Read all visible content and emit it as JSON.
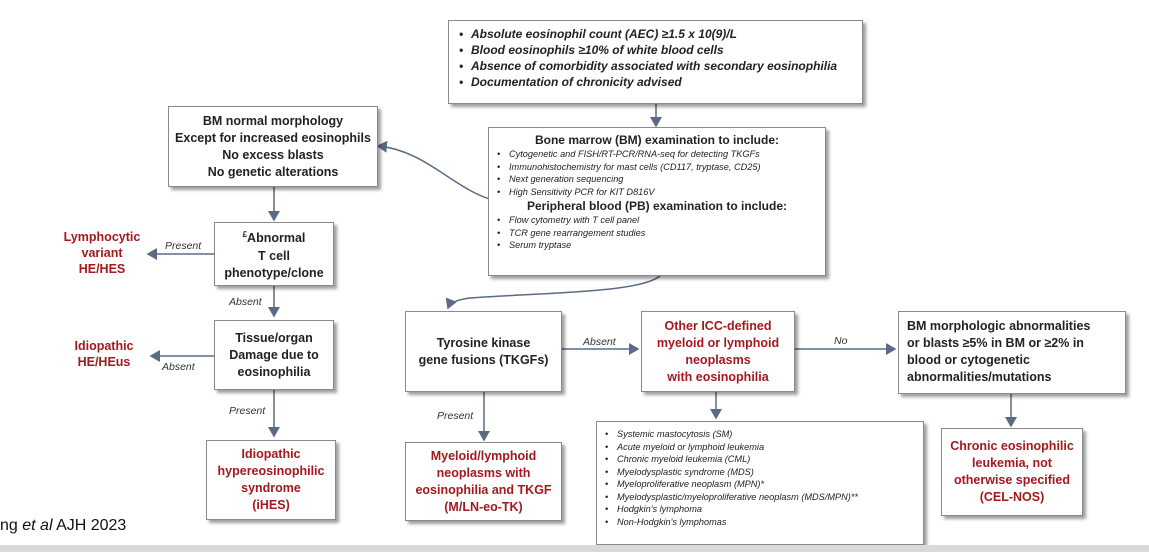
{
  "top_criteria": [
    "Absolute eosinophil count (AEC) ≥1.5 x 10(9)/L",
    "Blood eosinophils ≥10% of white blood cells",
    "Absence of comorbidity associated with secondary eosinophilia",
    "Documentation of chronicity advised"
  ],
  "bm_normal": {
    "lines": [
      "BM normal morphology",
      "Except for increased eosinophils",
      "No excess blasts",
      "No genetic alterations"
    ]
  },
  "exam": {
    "bm_title": "Bone marrow (BM) examination to include:",
    "bm_items": [
      "Cytogenetic and FISH/RT-PCR/RNA-seq for detecting TKGFs",
      "Immunohistochemistry for mast cells (CD117, tryptase, CD25)",
      "Next generation sequencing",
      "High Sensitivity PCR for KIT D816V"
    ],
    "pb_title": "Peripheral blood (PB) examination to include:",
    "pb_items": [
      "Flow cytometry with T cell panel",
      "TCR gene rearrangement studies",
      "Serum tryptase"
    ]
  },
  "tcell": {
    "superscript": "£",
    "line1": "Abnormal",
    "line2": "T cell",
    "line3": "phenotype/clone"
  },
  "lymphocytic": [
    "Lymphocytic",
    "variant",
    "HE/HES"
  ],
  "tissue": [
    "Tissue/organ",
    "Damage due to",
    "eosinophilia"
  ],
  "idiopathic_he": [
    "Idiopathic",
    "HE/HEus"
  ],
  "ihes": [
    "Idiopathic",
    "hypereosinophilic",
    "syndrome",
    "(iHES)"
  ],
  "tkgf": [
    "Tyrosine kinase",
    "gene fusions (TKGFs)"
  ],
  "mln": [
    "Myeloid/lymphoid",
    "neoplasms with",
    "eosinophilia and TKGF",
    "(M/LN-eo-TK)"
  ],
  "icc": [
    "Other ICC-defined",
    "myeloid or lymphoid",
    "neoplasms",
    "with eosinophilia"
  ],
  "icc_list": [
    "Systemic mastocytosis (SM)",
    "Acute myeloid or lymphoid leukemia",
    "Chronic myeloid leukemia (CML)",
    "Myelodysplastic syndrome (MDS)",
    "Myeloproliferative neoplasm (MPN)*",
    "Myelodysplastic/myeloproliferative neoplasm (MDS/MPN)**",
    "Hodgkin's lymphoma",
    "Non-Hodgkin's lymphomas"
  ],
  "bm_morph": [
    "BM morphologic abnormalities",
    "or blasts ≥5% in BM or ≥2% in",
    "blood or cytogenetic",
    "abnormalities/mutations"
  ],
  "cel": [
    "Chronic eosinophilic",
    "leukemia, not",
    "otherwise specified",
    "(CEL-NOS)"
  ],
  "labels": {
    "present": "Present",
    "absent": "Absent",
    "no": "No"
  },
  "citation": {
    "prefix": "ng ",
    "etal": "et al",
    "suffix": " AJH 2023"
  },
  "colors": {
    "accent_red": "#a3191e",
    "border": "#8a8a8a",
    "arrow": "#5b6b85"
  }
}
